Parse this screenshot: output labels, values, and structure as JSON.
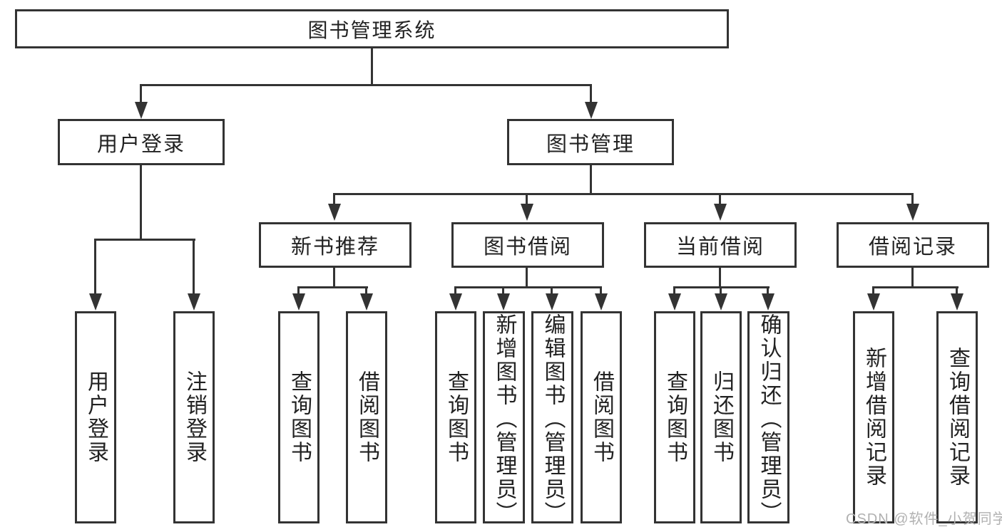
{
  "tree": {
    "root": "图书管理系统",
    "user_login": {
      "label": "用户登录",
      "children": {
        "login": "用户登录",
        "logout": "注销登录"
      }
    },
    "book_mgmt": {
      "label": "图书管理",
      "new_book": {
        "label": "新书推荐",
        "children": {
          "query_book": "查询图书",
          "borrow_book": "借阅图书"
        }
      },
      "book_borrow": {
        "label": "图书借阅",
        "children": {
          "query_book": "查询图书",
          "add_book": "新增图书（管理员）",
          "edit_book": "编辑图书（管理员）",
          "borrow_book": "借阅图书"
        }
      },
      "current_borrow": {
        "label": "当前借阅",
        "children": {
          "query_book": "查询图书",
          "return_book": "归还图书",
          "confirm_return": "确认归还（管理员）"
        }
      },
      "borrow_record": {
        "label": "借阅记录",
        "children": {
          "add_record": "新增借阅记录",
          "query_record": "查询借阅记录"
        }
      }
    }
  },
  "watermark": "CSDN @软件_小贺同学",
  "colors": {
    "line": "#333333",
    "text": "#222222",
    "watermark": "#b1b1b1"
  }
}
